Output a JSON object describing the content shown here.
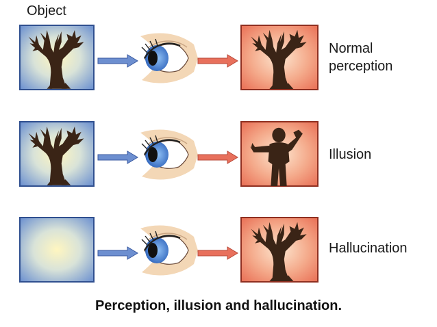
{
  "heading": "Object",
  "rows": [
    {
      "label_lines": [
        "Normal",
        "perception"
      ],
      "object_contains_tree": true,
      "perceived": "tree"
    },
    {
      "label_lines": [
        "Illusion"
      ],
      "object_contains_tree": true,
      "perceived": "human-figure"
    },
    {
      "label_lines": [
        "Hallucination"
      ],
      "object_contains_tree": false,
      "perceived": "tree"
    }
  ],
  "caption": "Perception, illusion and hallucination.",
  "colors": {
    "object_bg_outer": "#6a8fd0",
    "object_bg_inner": "#fff6c0",
    "percept_bg_outer": "#e96f55",
    "percept_bg_inner": "#fde6cf",
    "tree": "#3a2416",
    "arrow_blue": "#6d8fd0",
    "arrow_red": "#e8705c",
    "iris": "#3b7bd6",
    "eyelid": "#f3d7b6"
  }
}
